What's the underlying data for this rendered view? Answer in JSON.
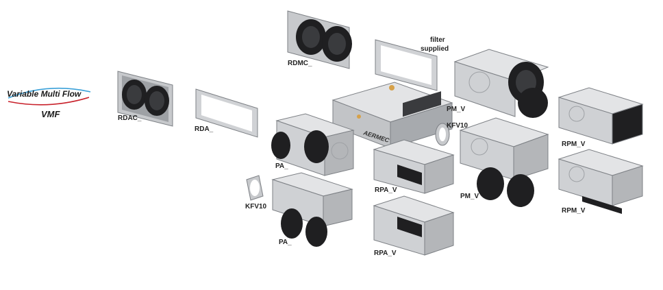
{
  "logo": {
    "brand_text": "Variable Multi Flow",
    "subtitle": "VMF",
    "swoosh_colors": [
      "#3aa0d8",
      "#c8202a"
    ]
  },
  "brand_on_unit": "AERMEC",
  "labels": {
    "rdac": "RDAC_",
    "rda": "RDA_",
    "rdmc": "RDMC_",
    "filter_line1": "filter",
    "filter_line2": "supplied",
    "pm_v_top": "PM_V",
    "kfv10_right": "KFV10",
    "pa_top": "PA_",
    "kfv10_left": "KFV10",
    "pa_bottom": "PA_",
    "rpa_v_top": "RPA_V",
    "rpa_v_bottom": "RPA_V",
    "pm_v_bottom": "PM_V",
    "rpm_v_top": "RPM_V",
    "rpm_v_bottom": "RPM_V"
  },
  "colors": {
    "metal_light": "#d9dadc",
    "metal_mid": "#b4b6b9",
    "metal_dark": "#7d8085",
    "duct_black": "#1f1f21",
    "label": "#222222"
  }
}
